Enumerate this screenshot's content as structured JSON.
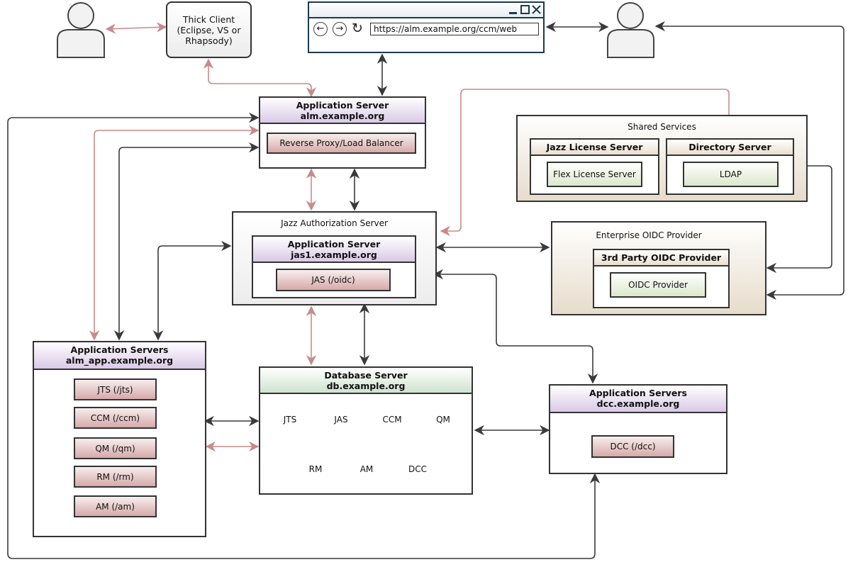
{
  "thick_client": {
    "line1": "Thick Client",
    "line2": "(Eclipse, VS or",
    "line3": "Rhapsody)"
  },
  "browser": {
    "url": "https://alm.example.org/ccm/web",
    "back_icon": "arrow-left",
    "forward_icon": "arrow-right",
    "reload_icon": "reload"
  },
  "alm_server": {
    "title": "Application Server",
    "host": "alm.example.org",
    "component": "Reverse Proxy/Load Balancer"
  },
  "shared_services": {
    "title": "Shared Services",
    "license": {
      "title": "Jazz License Server",
      "component": "Flex License Server"
    },
    "directory": {
      "title": "Directory Server",
      "component": "LDAP"
    }
  },
  "jas": {
    "outer_title": "Jazz Authorization Server",
    "title": "Application Server",
    "host": "jas1.example.org",
    "component": "JAS (/oidc)"
  },
  "oidc": {
    "outer_title": "Enterprise OIDC Provider",
    "title": "3rd Party OIDC Provider",
    "component": "OIDC Provider"
  },
  "alm_app": {
    "title": "Application Servers",
    "host": "alm_app.example.org",
    "apps": [
      "JTS (/jts)",
      "CCM (/ccm)",
      "QM (/qm)",
      "RM (/rm)",
      "AM (/am)"
    ]
  },
  "db": {
    "title": "Database Server",
    "host": "db.example.org",
    "databases": [
      "JTS",
      "JAS",
      "CCM",
      "QM",
      "RM",
      "AM",
      "DCC"
    ]
  },
  "dcc": {
    "title": "Application Servers",
    "host": "dcc.example.org",
    "component": "DCC (/dcc)"
  },
  "colors": {
    "line_dark": "#3a3a3a",
    "line_red": "#c98a8a",
    "purple_header": "#d9c9e6",
    "green_header": "#cfe3cf",
    "red_component": "#d7a9a9"
  }
}
